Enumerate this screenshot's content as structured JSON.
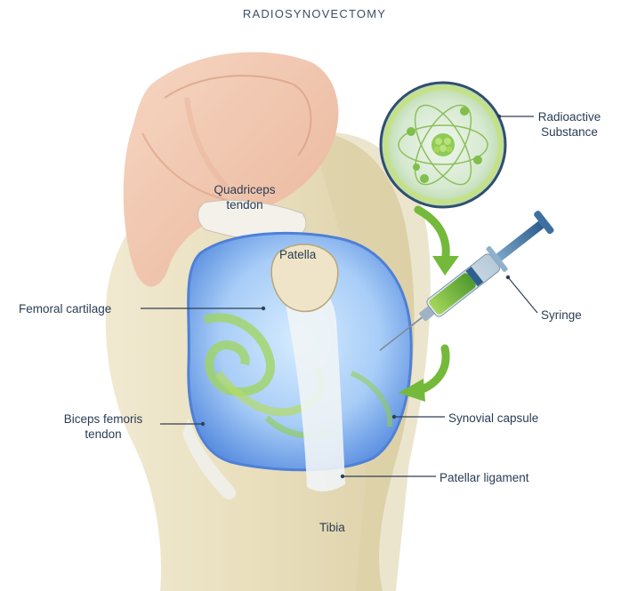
{
  "title": "RADIOSYNOVECTOMY",
  "labels": {
    "quadriceps_tendon": [
      "Quadriceps",
      "tendon"
    ],
    "patella": "Patella",
    "femoral_cartilage": "Femoral cartilage",
    "biceps_femoris_tendon": [
      "Biceps femoris",
      "tendon"
    ],
    "tibia": "Tibia",
    "radioactive_substance": [
      "Radioactive",
      "Substance"
    ],
    "syringe": "Syringe",
    "synovial_capsule": "Synovial capsule",
    "patellar_ligament": "Patellar ligament"
  },
  "colors": {
    "label_text": "#2a3d55",
    "leader_line": "#2f3f55",
    "arrow_green": "#74b93a",
    "capsule_blue": "#5b8fe0",
    "skin": "#f2c7ad",
    "bone": "#e7dcb8"
  }
}
